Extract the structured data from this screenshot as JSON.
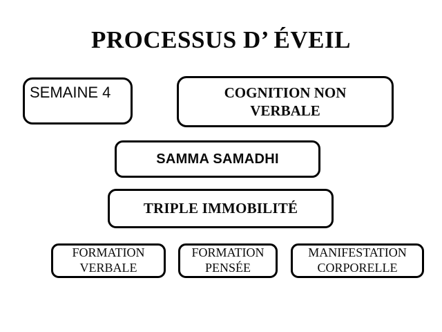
{
  "slide": {
    "title": "PROCESSUS D’ ÉVEIL",
    "background_color": "#ffffff",
    "text_color": "#0a0a0a",
    "border_color": "#000000"
  },
  "nodes": {
    "semaine": {
      "label": "SEMAINE 4"
    },
    "cognition": {
      "label": "COGNITION NON\nVERBALE"
    },
    "samma": {
      "label": "SAMMA SAMADHI"
    },
    "triple": {
      "label": "TRIPLE IMMOBILITÉ"
    },
    "formation_verbale": {
      "label": "FORMATION\nVERBALE"
    },
    "formation_pensee": {
      "label": "FORMATION\nPENSÉE"
    },
    "manifestation_corporelle": {
      "label": "MANIFESTATION\nCORPORELLE"
    }
  }
}
